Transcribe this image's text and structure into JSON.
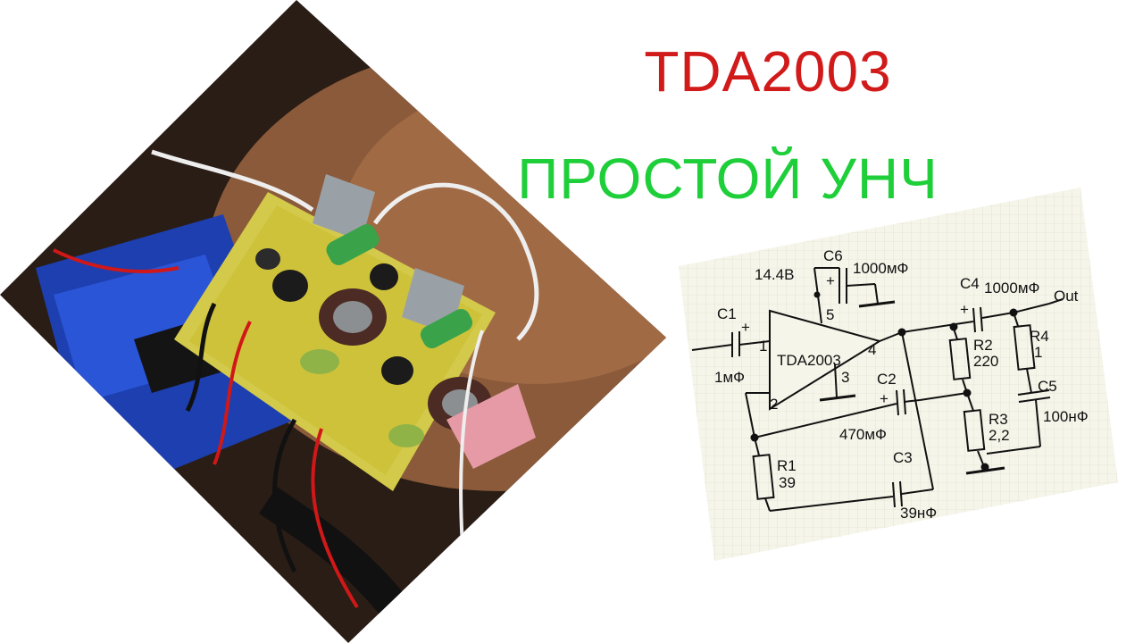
{
  "title_main": "TDA2003",
  "title_sub": "ПРОСТОЙ УНЧ",
  "colors": {
    "title_main": "#d11a1a",
    "title_sub": "#1ecf3a",
    "paper": "#f6f5ea",
    "grid": "#d9d6c4"
  },
  "schematic": {
    "supply": "14.4В",
    "chip": "TDA2003",
    "out": "Out",
    "pins": {
      "p1": "1",
      "p2": "2",
      "p3": "3",
      "p4": "4",
      "p5": "5"
    },
    "plus": "+",
    "C1": {
      "name": "C1",
      "value": "1мФ"
    },
    "C2": {
      "name": "C2",
      "value": "470мФ"
    },
    "C3": {
      "name": "C3",
      "value": "39нФ"
    },
    "C4": {
      "name": "C4",
      "value": "1000мФ"
    },
    "C5": {
      "name": "C5",
      "value": "100нФ"
    },
    "C6": {
      "name": "C6",
      "value": "1000мФ"
    },
    "R1": {
      "name": "R1",
      "value": "39"
    },
    "R2": {
      "name": "R2",
      "value": "220"
    },
    "R3": {
      "name": "R3",
      "value": "2,2"
    },
    "R4": {
      "name": "R4",
      "value": "1"
    }
  }
}
